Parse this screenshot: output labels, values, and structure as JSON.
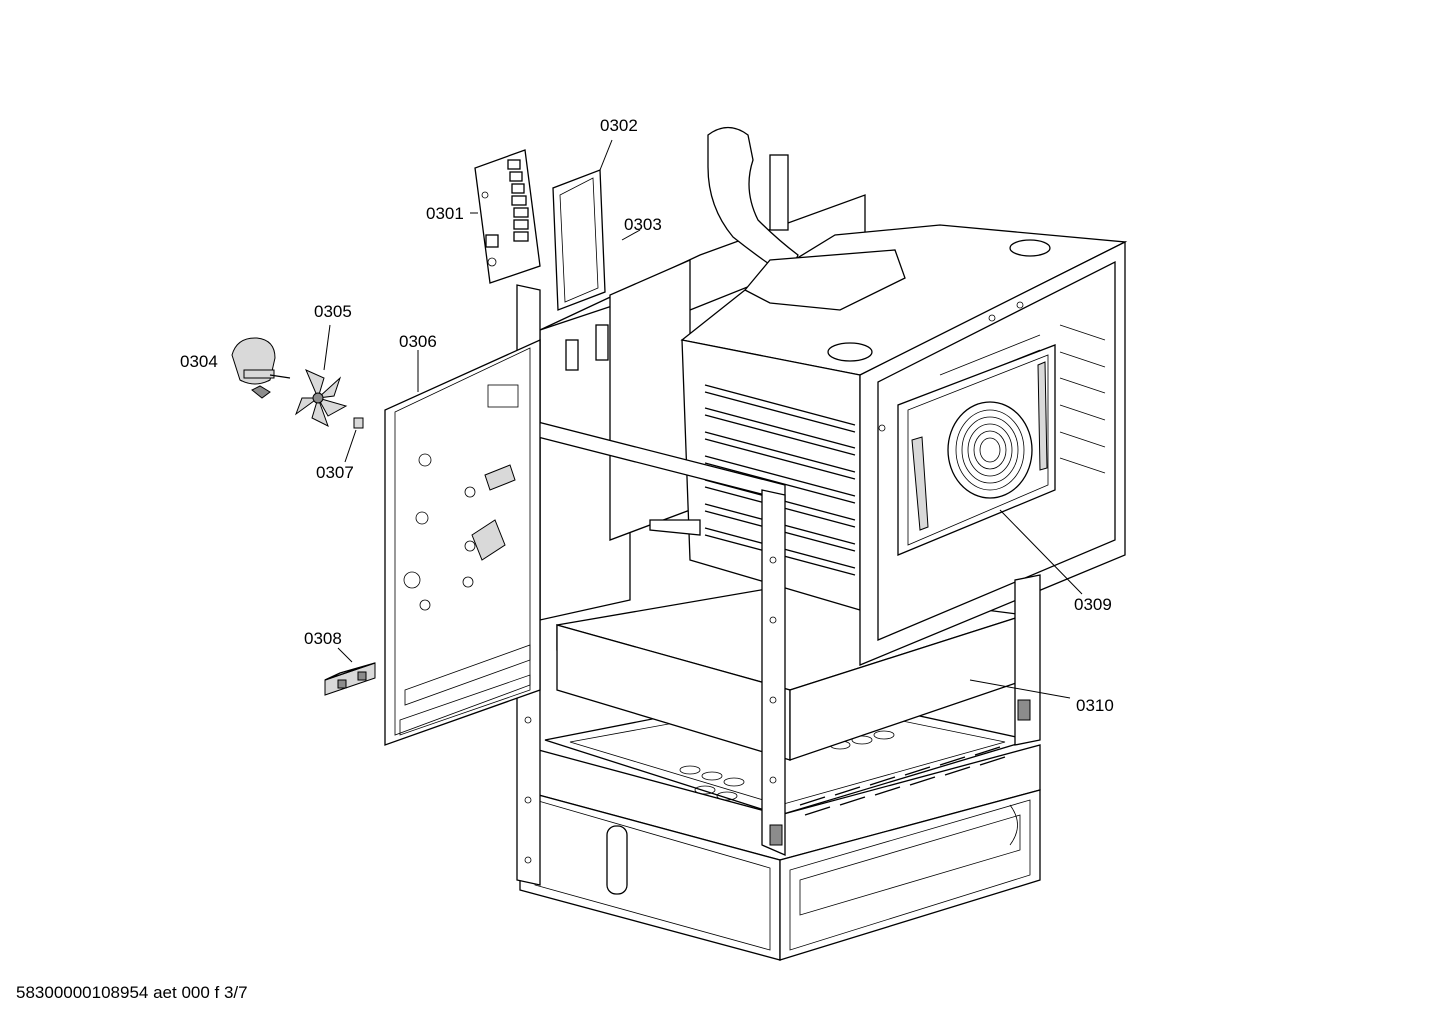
{
  "callouts": {
    "p0301": "0301",
    "p0302": "0302",
    "p0303": "0303",
    "p0304": "0304",
    "p0305": "0305",
    "p0306": "0306",
    "p0307": "0307",
    "p0308": "0308",
    "p0309": "0309",
    "p0310": "0310"
  },
  "footer": {
    "doc_id": "58300000108954 aet 000 f 3/7"
  }
}
